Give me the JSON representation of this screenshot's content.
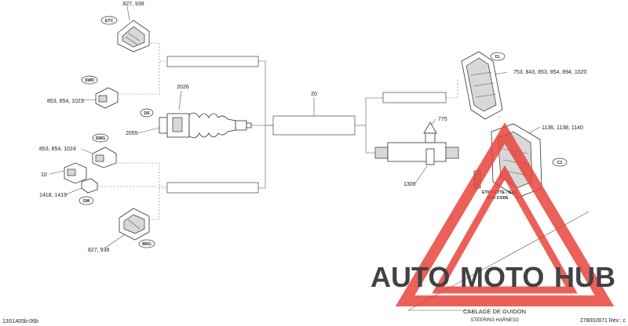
{
  "callouts": {
    "etc_parts": "827, 938",
    "ds_part": "2026",
    "ds_part2": "2055",
    "swd_parts": "853, 854, 1023",
    "swg_parts": "853, 854, 1024",
    "dm_part_a": "10",
    "dm_part_b": "1418, 1419",
    "brg_parts": "827, 938",
    "harness_part": "20",
    "cl_parts": "753, 843, 853, 854, 894, 1020",
    "c1_parts": "1136, 1138, 1140",
    "clip_part": "775",
    "strap_part": "1306"
  },
  "tags": {
    "etc": "ETC",
    "swd": "SWD",
    "ds": "DS",
    "swg": "SWG",
    "dm": "DM",
    "brg": "BRG",
    "cl": "CL",
    "c1": "C1"
  },
  "label": {
    "etiquette": "ETIQUETTE / BAG",
    "bar_code": "BAR CODE"
  },
  "title": {
    "fr": "CABLAGE DE GUIDON",
    "en": "STEERING HARNESS"
  },
  "footer": {
    "left_code": "13S1405b-06b",
    "right_code": "278002871 Rev.: c"
  },
  "watermark": {
    "part1": "AUTO",
    "part2": "MOTO",
    "part3": "HUB",
    "color_red": "#e8453c",
    "color_yellow": "#f5b41a",
    "color_gray": "#9a9a9a"
  }
}
